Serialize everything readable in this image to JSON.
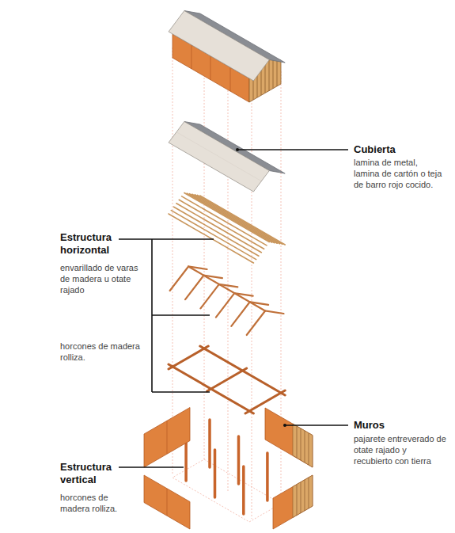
{
  "diagram": {
    "labels": [
      "Cubierta",
      "lamina de metal, lamina de cartón o teja de barro rojo cocido.",
      "Estructura horizontal",
      "envarillado de varas de madera u otate rajado",
      "horcones de madera rolliza.",
      "Muros",
      "pajarete entreverado de otate rajado y recubierto con tierra",
      "Estructura vertical",
      "horcones de madera rolliza."
    ]
  }
}
